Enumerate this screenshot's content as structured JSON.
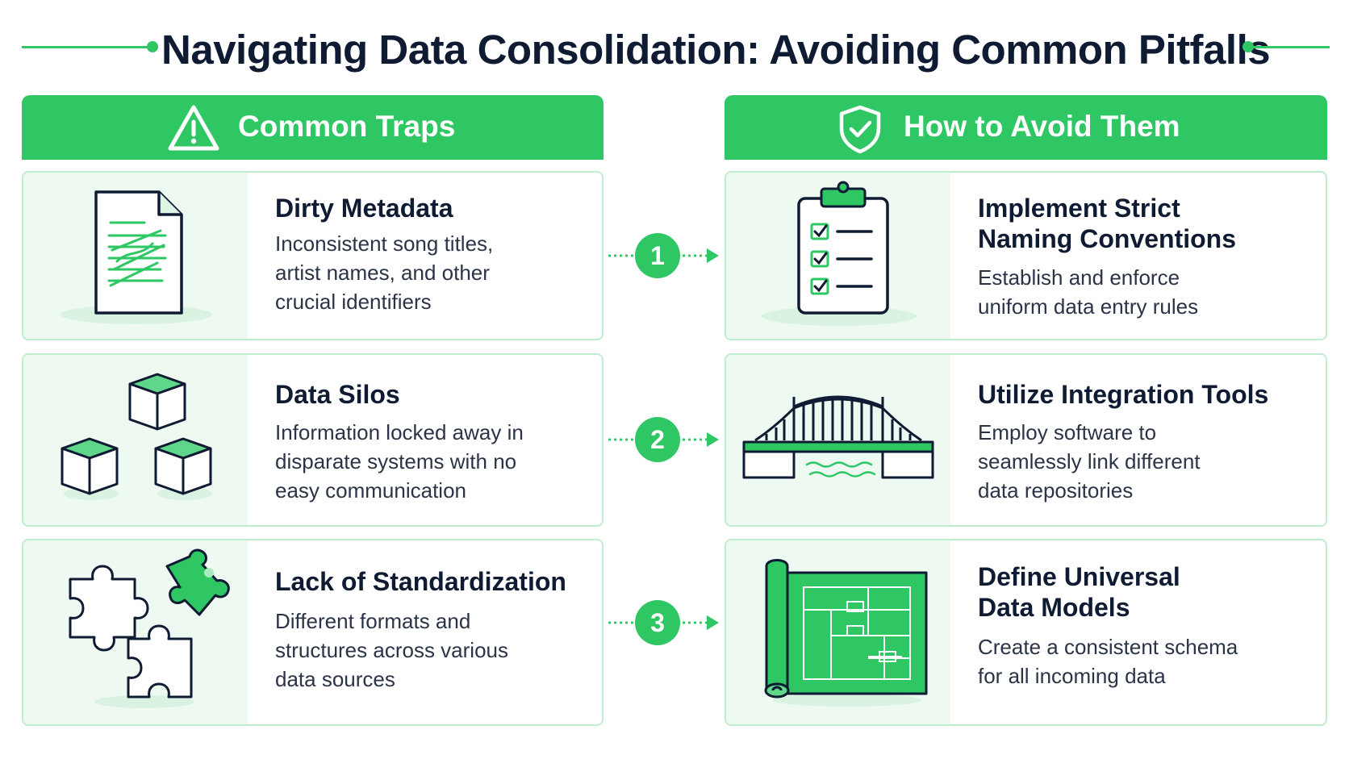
{
  "title": "Navigating Data Consolidation: Avoiding Common Pitfalls",
  "columns": {
    "left": {
      "header": "Common Traps",
      "icon": "warning-triangle-icon"
    },
    "right": {
      "header": "How to Avoid Them",
      "icon": "shield-check-icon"
    }
  },
  "rows": [
    {
      "number": "1",
      "trap": {
        "title": "Dirty Metadata",
        "description": [
          "Inconsistent song titles,",
          "artist names, and other",
          "crucial identifiers"
        ],
        "icon": "scribbled-document-icon"
      },
      "solution": {
        "title": [
          "Implement Strict",
          "Naming Conventions"
        ],
        "description": [
          "Establish and enforce",
          "uniform data entry rules"
        ],
        "icon": "checklist-clipboard-icon"
      }
    },
    {
      "number": "2",
      "trap": {
        "title": "Data Silos",
        "description": [
          "Information locked away in",
          "disparate systems with no",
          "easy communication"
        ],
        "icon": "isolated-cubes-icon"
      },
      "solution": {
        "title": [
          "Utilize Integration Tools"
        ],
        "description": [
          "Employ software to",
          "seamlessly link different",
          "data repositories"
        ],
        "icon": "bridge-icon"
      }
    },
    {
      "number": "3",
      "trap": {
        "title": "Lack of Standardization",
        "description": [
          "Different formats and",
          "structures across various",
          "data sources"
        ],
        "icon": "puzzle-pieces-icon"
      },
      "solution": {
        "title": [
          "Define Universal",
          "Data Models"
        ],
        "description": [
          "Create a consistent schema",
          "for all incoming data"
        ],
        "icon": "blueprint-icon"
      }
    }
  ],
  "colors": {
    "accent": "#2ec764",
    "text": "#0f1b33",
    "panel": "#eef9f1",
    "border": "#bfeecf"
  }
}
